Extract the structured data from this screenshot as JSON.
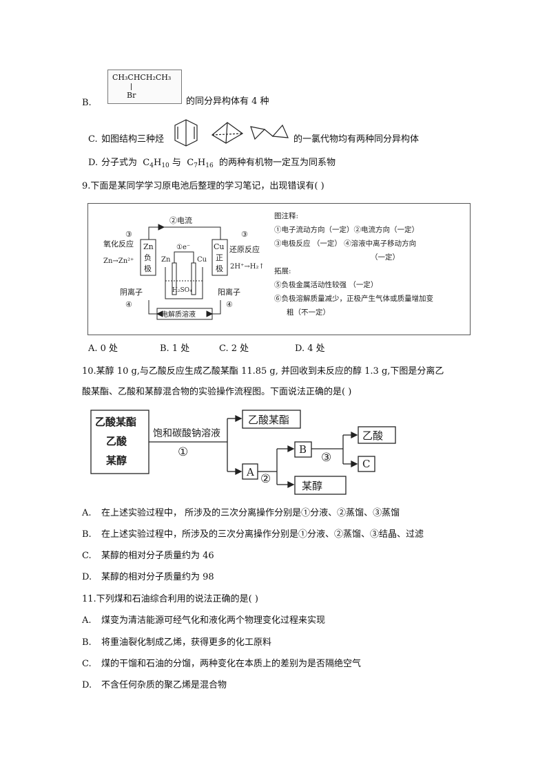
{
  "q8": {
    "optionB": {
      "label": "B.",
      "structure_top": "CH₃CHCH₂CH₃",
      "structure_sub": "Br",
      "text": "的同分异构体有  4  种"
    },
    "optionC": {
      "label": "C.",
      "text_before": "如图结构三种烃",
      "text_after": "的一氯代物均有两种同分异构体"
    },
    "optionD": {
      "label": "D.",
      "text_prefix": "分子式为",
      "f1_c": "C",
      "f1_c_sub": "4",
      "f1_h": "H",
      "f1_h_sub": "10",
      "mid": "与",
      "f2_c": "C",
      "f2_c_sub": "7",
      "f2_h": "H",
      "f2_h_sub": "16",
      "text_suffix": "的两种有机物一定互为同系物"
    }
  },
  "q9": {
    "stem": "9.下面是某同学学习原电池后整理的学习笔记，出现错误有(        )",
    "diagram": {
      "current_label": "②电流",
      "left_num": "③",
      "left_reaction": "氧化反应",
      "left_eq": "Zn→Zn²⁺",
      "zn_electrode": [
        "Zn",
        "负",
        "极"
      ],
      "cu_electrode": [
        "Cu",
        "正",
        "极"
      ],
      "electron_label": "①e⁻",
      "zn_small": "Zn",
      "cu_small": "Cu",
      "acid": "H₂SO₄",
      "right_num": "③",
      "right_reaction": "还原反应",
      "right_eq": "2H⁺→H₂↑",
      "anion": "阴离子",
      "anion_num": "④",
      "cation": "阳离子",
      "cation_num": "④",
      "electrolyte": "电解质溶液"
    },
    "notes": {
      "title": "图注释:",
      "lines": [
        "①电子流动方向（一定）②电流方向（一定）",
        "③电极反应  （一定）    ④溶液中离子移动方向",
        "（一定）"
      ],
      "ext_title": "拓展:",
      "ext_lines": [
        "⑤负极金属活动性较强  （一定）",
        "⑥负极溶解质量减少，正极产生气体或质量增加变",
        "粗（不一定）"
      ]
    },
    "options": [
      "A.  0 处",
      "B.   1 处",
      "C.   2 处",
      "D.   4 处"
    ]
  },
  "q10": {
    "stem_line1": "10.某醇  10 g,与乙酸反应生成乙酸某酯  11.85 g,    并回收到未反应的醇  1.3 g,下图是分离乙",
    "stem_line2": "酸某酯、乙酸和某醇混合物的实验操作流程图。下面说法正确的是(          )",
    "flow": {
      "mix": [
        "乙酸某酯",
        "乙酸",
        "某醇"
      ],
      "reagent": "饱和碳酸钠溶液",
      "step1": "①",
      "ester": "乙酸某酯",
      "A": "A",
      "step2": "②",
      "B": "B",
      "step3": "③",
      "acid": "乙酸",
      "C": "C",
      "alcohol": "某醇"
    },
    "options": [
      {
        "label": "A.",
        "text": "在上述实验过程中，  所涉及的三次分离操作分别是①分液、②蒸馏、③蒸馏"
      },
      {
        "label": "B.",
        "text": "在上述实验过程中，所涉及的三次分离操作分别是①分液、②蒸馏、③结晶、过滤"
      },
      {
        "label": "C.",
        "text": "某醇的相对分子质量约为  46"
      },
      {
        "label": "D.",
        "text": "某醇的相对分子质量约为  98"
      }
    ]
  },
  "q11": {
    "stem": "11.下列煤和石油综合利用的说法正确的是(      )",
    "options": [
      {
        "label": "A.",
        "text": "煤变为清洁能源可经气化和液化两个物理变化过程来实现"
      },
      {
        "label": "B.",
        "text": "将重油裂化制成乙烯，获得更多的化工原料"
      },
      {
        "label": "C.",
        "text": "煤的干馏和石油的分馏，两种变化在本质上的差别为是否隔绝空气"
      },
      {
        "label": "D.",
        "text": "不含任何杂质的聚乙烯是混合物"
      }
    ]
  }
}
